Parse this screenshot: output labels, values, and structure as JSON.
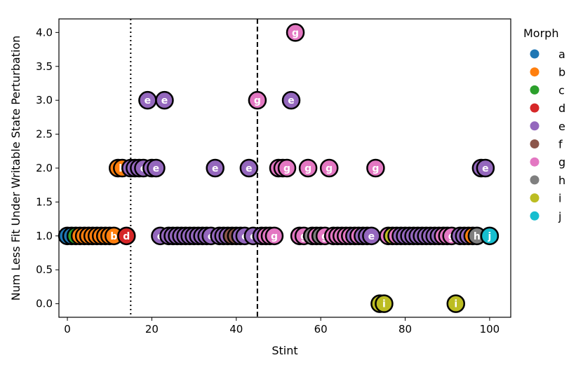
{
  "chart_data": {
    "type": "scatter",
    "xlabel": "Stint",
    "ylabel": "Num Less Fit Under Writable State Perturbation",
    "xlim": [
      -2,
      105
    ],
    "ylim": [
      -0.2,
      4.2
    ],
    "x_ticks": [
      0,
      20,
      40,
      60,
      80,
      100
    ],
    "y_ticks": [
      0.0,
      0.5,
      1.0,
      1.5,
      2.0,
      2.5,
      3.0,
      3.5,
      4.0
    ],
    "x_tick_labels": [
      "0",
      "20",
      "40",
      "60",
      "80",
      "100"
    ],
    "y_tick_labels": [
      "0.0",
      "0.5",
      "1.0",
      "1.5",
      "2.0",
      "2.5",
      "3.0",
      "3.5",
      "4.0"
    ],
    "vlines": [
      {
        "x": 15,
        "style": "dotted"
      },
      {
        "x": 45,
        "style": "dashed"
      }
    ],
    "legend": {
      "title": "Morph",
      "placement": "right",
      "entries": [
        {
          "label": "a",
          "color": "#1f77b4"
        },
        {
          "label": "b",
          "color": "#ff7f0e"
        },
        {
          "label": "c",
          "color": "#2ca02c"
        },
        {
          "label": "d",
          "color": "#d62728"
        },
        {
          "label": "e",
          "color": "#9467bd"
        },
        {
          "label": "f",
          "color": "#8c564b"
        },
        {
          "label": "g",
          "color": "#e377c2"
        },
        {
          "label": "h",
          "color": "#7f7f7f"
        },
        {
          "label": "i",
          "color": "#bcbd22"
        },
        {
          "label": "j",
          "color": "#17becf"
        }
      ]
    },
    "points": [
      {
        "x": 0,
        "y": 1,
        "morph": "a"
      },
      {
        "x": 1,
        "y": 1,
        "morph": "a"
      },
      {
        "x": 2,
        "y": 1,
        "morph": "c"
      },
      {
        "x": 3,
        "y": 1,
        "morph": "b"
      },
      {
        "x": 4,
        "y": 1,
        "morph": "b"
      },
      {
        "x": 5,
        "y": 1,
        "morph": "b"
      },
      {
        "x": 6,
        "y": 1,
        "morph": "b"
      },
      {
        "x": 7,
        "y": 1,
        "morph": "b"
      },
      {
        "x": 8,
        "y": 1,
        "morph": "b"
      },
      {
        "x": 9,
        "y": 1,
        "morph": "b"
      },
      {
        "x": 10,
        "y": 1,
        "morph": "b"
      },
      {
        "x": 11,
        "y": 1,
        "morph": "b"
      },
      {
        "x": 12,
        "y": 2,
        "morph": "b"
      },
      {
        "x": 13,
        "y": 2,
        "morph": "b"
      },
      {
        "x": 14,
        "y": 1,
        "morph": "d"
      },
      {
        "x": 15,
        "y": 2,
        "morph": "e"
      },
      {
        "x": 16,
        "y": 2,
        "morph": "e"
      },
      {
        "x": 17,
        "y": 2,
        "morph": "e"
      },
      {
        "x": 18,
        "y": 2,
        "morph": "e"
      },
      {
        "x": 19,
        "y": 3,
        "morph": "e"
      },
      {
        "x": 20,
        "y": 2,
        "morph": "e"
      },
      {
        "x": 21,
        "y": 2,
        "morph": "e"
      },
      {
        "x": 22,
        "y": 1,
        "morph": "e"
      },
      {
        "x": 23,
        "y": 3,
        "morph": "e"
      },
      {
        "x": 24,
        "y": 1,
        "morph": "e"
      },
      {
        "x": 25,
        "y": 1,
        "morph": "e"
      },
      {
        "x": 26,
        "y": 1,
        "morph": "e"
      },
      {
        "x": 27,
        "y": 1,
        "morph": "e"
      },
      {
        "x": 28,
        "y": 1,
        "morph": "e"
      },
      {
        "x": 29,
        "y": 1,
        "morph": "e"
      },
      {
        "x": 30,
        "y": 1,
        "morph": "e"
      },
      {
        "x": 31,
        "y": 1,
        "morph": "e"
      },
      {
        "x": 32,
        "y": 1,
        "morph": "e"
      },
      {
        "x": 33,
        "y": 1,
        "morph": "e"
      },
      {
        "x": 34,
        "y": 1,
        "morph": "e"
      },
      {
        "x": 35,
        "y": 2,
        "morph": "e"
      },
      {
        "x": 36,
        "y": 1,
        "morph": "e"
      },
      {
        "x": 37,
        "y": 1,
        "morph": "e"
      },
      {
        "x": 38,
        "y": 1,
        "morph": "e"
      },
      {
        "x": 39,
        "y": 1,
        "morph": "f"
      },
      {
        "x": 40,
        "y": 1,
        "morph": "f"
      },
      {
        "x": 41,
        "y": 1,
        "morph": "e"
      },
      {
        "x": 42,
        "y": 1,
        "morph": "e"
      },
      {
        "x": 43,
        "y": 2,
        "morph": "e"
      },
      {
        "x": 44,
        "y": 1,
        "morph": "e"
      },
      {
        "x": 45,
        "y": 3,
        "morph": "g"
      },
      {
        "x": 46,
        "y": 1,
        "morph": "e"
      },
      {
        "x": 47,
        "y": 1,
        "morph": "g"
      },
      {
        "x": 48,
        "y": 1,
        "morph": "g"
      },
      {
        "x": 49,
        "y": 1,
        "morph": "g"
      },
      {
        "x": 50,
        "y": 2,
        "morph": "g"
      },
      {
        "x": 51,
        "y": 2,
        "morph": "g"
      },
      {
        "x": 52,
        "y": 2,
        "morph": "g"
      },
      {
        "x": 53,
        "y": 3,
        "morph": "e"
      },
      {
        "x": 54,
        "y": 4,
        "morph": "g"
      },
      {
        "x": 55,
        "y": 1,
        "morph": "g"
      },
      {
        "x": 56,
        "y": 1,
        "morph": "g"
      },
      {
        "x": 57,
        "y": 2,
        "morph": "g"
      },
      {
        "x": 58,
        "y": 1,
        "morph": "h"
      },
      {
        "x": 59,
        "y": 1,
        "morph": "g"
      },
      {
        "x": 60,
        "y": 1,
        "morph": "h"
      },
      {
        "x": 61,
        "y": 1,
        "morph": "g"
      },
      {
        "x": 62,
        "y": 2,
        "morph": "g"
      },
      {
        "x": 63,
        "y": 1,
        "morph": "g"
      },
      {
        "x": 64,
        "y": 1,
        "morph": "g"
      },
      {
        "x": 65,
        "y": 1,
        "morph": "g"
      },
      {
        "x": 66,
        "y": 1,
        "morph": "g"
      },
      {
        "x": 67,
        "y": 1,
        "morph": "g"
      },
      {
        "x": 68,
        "y": 1,
        "morph": "e"
      },
      {
        "x": 69,
        "y": 1,
        "morph": "g"
      },
      {
        "x": 70,
        "y": 1,
        "morph": "e"
      },
      {
        "x": 71,
        "y": 1,
        "morph": "e"
      },
      {
        "x": 72,
        "y": 1,
        "morph": "e"
      },
      {
        "x": 73,
        "y": 2,
        "morph": "g"
      },
      {
        "x": 74,
        "y": 0,
        "morph": "i"
      },
      {
        "x": 75,
        "y": 0,
        "morph": "i"
      },
      {
        "x": 76,
        "y": 1,
        "morph": "g"
      },
      {
        "x": 77,
        "y": 1,
        "morph": "i"
      },
      {
        "x": 78,
        "y": 1,
        "morph": "g"
      },
      {
        "x": 79,
        "y": 1,
        "morph": "e"
      },
      {
        "x": 80,
        "y": 1,
        "morph": "e"
      },
      {
        "x": 81,
        "y": 1,
        "morph": "e"
      },
      {
        "x": 82,
        "y": 1,
        "morph": "e"
      },
      {
        "x": 83,
        "y": 1,
        "morph": "e"
      },
      {
        "x": 84,
        "y": 1,
        "morph": "e"
      },
      {
        "x": 85,
        "y": 1,
        "morph": "e"
      },
      {
        "x": 86,
        "y": 1,
        "morph": "e"
      },
      {
        "x": 87,
        "y": 1,
        "morph": "e"
      },
      {
        "x": 88,
        "y": 1,
        "morph": "e"
      },
      {
        "x": 89,
        "y": 1,
        "morph": "g"
      },
      {
        "x": 90,
        "y": 1,
        "morph": "g"
      },
      {
        "x": 91,
        "y": 1,
        "morph": "g"
      },
      {
        "x": 92,
        "y": 0,
        "morph": "i"
      },
      {
        "x": 93,
        "y": 1,
        "morph": "e"
      },
      {
        "x": 94,
        "y": 1,
        "morph": "e"
      },
      {
        "x": 95,
        "y": 1,
        "morph": "e"
      },
      {
        "x": 96,
        "y": 1,
        "morph": "b"
      },
      {
        "x": 97,
        "y": 1,
        "morph": "h"
      },
      {
        "x": 98,
        "y": 2,
        "morph": "e"
      },
      {
        "x": 99,
        "y": 2,
        "morph": "e"
      },
      {
        "x": 100,
        "y": 1,
        "morph": "j"
      }
    ]
  }
}
